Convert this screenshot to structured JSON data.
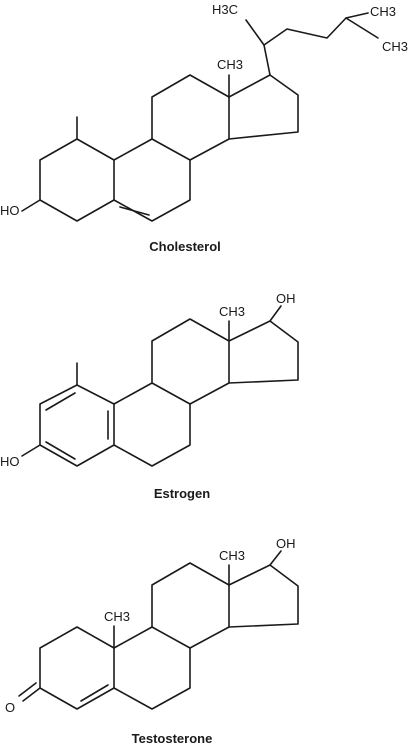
{
  "molecules": [
    {
      "name": "Cholesterol",
      "labels": {
        "hydroxyl": "HO",
        "methyl_c18": "CH3",
        "methyl_c21": "H3C",
        "methyl_c26": "CH3",
        "methyl_c27": "CH3"
      }
    },
    {
      "name": "Estrogen",
      "labels": {
        "hydroxyl_left": "HO",
        "methyl": "CH3",
        "hydroxyl_right": "OH"
      }
    },
    {
      "name": "Testosterone",
      "labels": {
        "ketone": "O",
        "methyl_c19": "CH3",
        "methyl_c18": "CH3",
        "hydroxyl": "OH"
      }
    }
  ]
}
